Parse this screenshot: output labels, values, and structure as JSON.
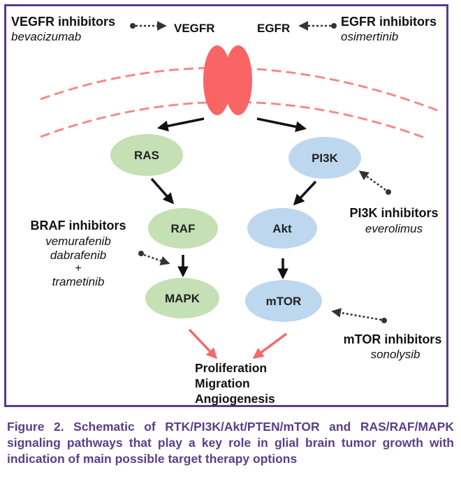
{
  "inhibitors": {
    "vegfr": {
      "title": "VEGFR inhibitors",
      "drug": "bevacizumab"
    },
    "egfr": {
      "title": "EGFR inhibitors",
      "drug": "osimertinib"
    },
    "braf": {
      "title": "BRAF inhibitors",
      "drugs": [
        "vemurafenib",
        "dabrafenib",
        "+",
        "trametinib"
      ]
    },
    "pi3k": {
      "title": "PI3K inhibitors",
      "drug": "everolimus"
    },
    "mtor": {
      "title": "mTOR inhibitors",
      "drug": "sonolysib"
    }
  },
  "receptors": {
    "vegfr": "VEGFR",
    "egfr": "EGFR"
  },
  "nodes": {
    "ras": "RAS",
    "raf": "RAF",
    "mapk": "MAPK",
    "pi3k": "PI3K",
    "akt": "Akt",
    "mtor": "mTOR"
  },
  "outcomes": [
    "Proliferation",
    "Migration",
    "Angiogenesis"
  ],
  "caption": "Figure 2. Schematic of RTK/PI3K/Akt/PTEN/mTOR and RAS/RAF/MAPK signaling pathways that play a key role in glial brain tumor growth with indication of main possible target therapy options",
  "colors": {
    "frame": "#5b3b8c",
    "receptor": "#f96464",
    "membrane": "#f58a8a",
    "green_node": "#c5e0b4",
    "blue_node": "#bdd7ee",
    "red_arrow": "#f26b6b",
    "caption": "#5a3f8a"
  }
}
